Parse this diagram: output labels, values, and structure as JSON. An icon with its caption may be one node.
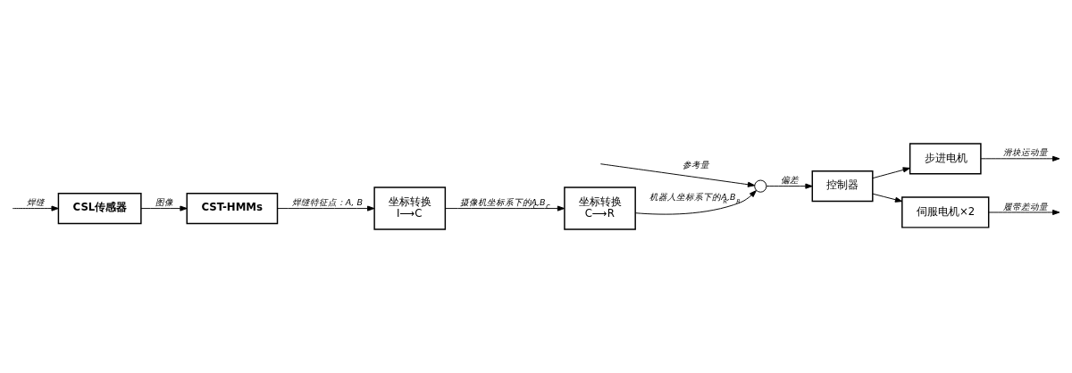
{
  "diagram": {
    "nodes": [
      {
        "text": [
          "CSL传感器"
        ]
      },
      {
        "text": [
          "CST-HMMs"
        ]
      },
      {
        "text": [
          "坐标转换",
          "I⟶C"
        ]
      },
      {
        "text": [
          "坐标转换",
          "C⟶R"
        ]
      },
      {
        "text": [],
        "shape": "circle"
      },
      {
        "text": [
          "控制器"
        ]
      },
      {
        "text": [
          "步进电机"
        ]
      },
      {
        "text": [
          "伺服电机×2"
        ]
      }
    ],
    "edges": [
      {
        "from": null,
        "to": 0,
        "arrow": "to",
        "label": "焊缝"
      },
      {
        "from": 0,
        "to": 1,
        "arrow": "to",
        "label": "图像"
      },
      {
        "from": 1,
        "to": 2,
        "arrow": "to",
        "label": "焊缝特征点：A, B"
      },
      {
        "from": 2,
        "to": 3,
        "arrow": "to",
        "label": "摄像机坐标系下的A$_{C}$,B$_{C}$"
      },
      {
        "from": 3,
        "to": 4,
        "arrow": "to",
        "label": "机器人坐标系下的A$_{R}$,B$_{R}$"
      },
      {
        "from": null,
        "to": 4,
        "arrow": "to",
        "label": "参考量"
      },
      {
        "from": 4,
        "to": 5,
        "arrow": "to",
        "label": "偏差"
      },
      {
        "from": 5,
        "to": 6,
        "arrow": "to"
      },
      {
        "from": 5,
        "to": 7,
        "arrow": "to"
      },
      {
        "from": 6,
        "to": null,
        "arrow": "to",
        "label": "滑块运动量"
      },
      {
        "from": 7,
        "to": null,
        "arrow": "to",
        "label": "履带差动量"
      }
    ]
  }
}
